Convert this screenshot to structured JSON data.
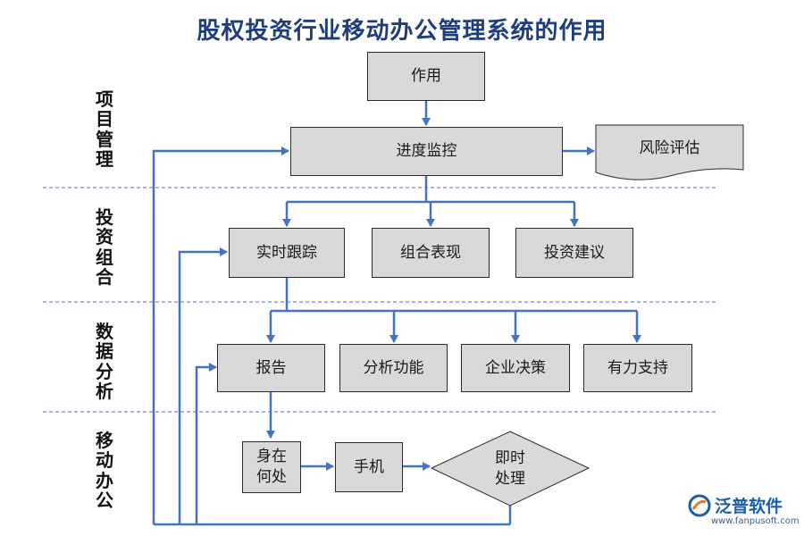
{
  "title": "股权投资行业移动办公管理系统的作用",
  "sections": [
    {
      "label": "项目管理"
    },
    {
      "label": "投资组合"
    },
    {
      "label": "数据分析"
    },
    {
      "label": "移动办公"
    }
  ],
  "nodes": {
    "zuoyong": "作用",
    "jindu": "进度监控",
    "fengxian": "风险评估",
    "shishi": "实时跟踪",
    "zuhe": "组合表现",
    "touzi_jianyi": "投资建议",
    "baogao": "报告",
    "fenxi": "分析功能",
    "qiye": "企业决策",
    "youli": "有力支持",
    "shenzai": "身在何处",
    "shouji": "手机",
    "jishi": "即时处理"
  },
  "logo": {
    "name": "泛普软件",
    "url": "www.fanpusoft.com",
    "icon": "fanpu-logo-icon"
  },
  "colors": {
    "connector": "#4472c4",
    "box_fill": "#d9d9d9",
    "title": "#1f3d7a",
    "divider": "#4a6fb5"
  }
}
